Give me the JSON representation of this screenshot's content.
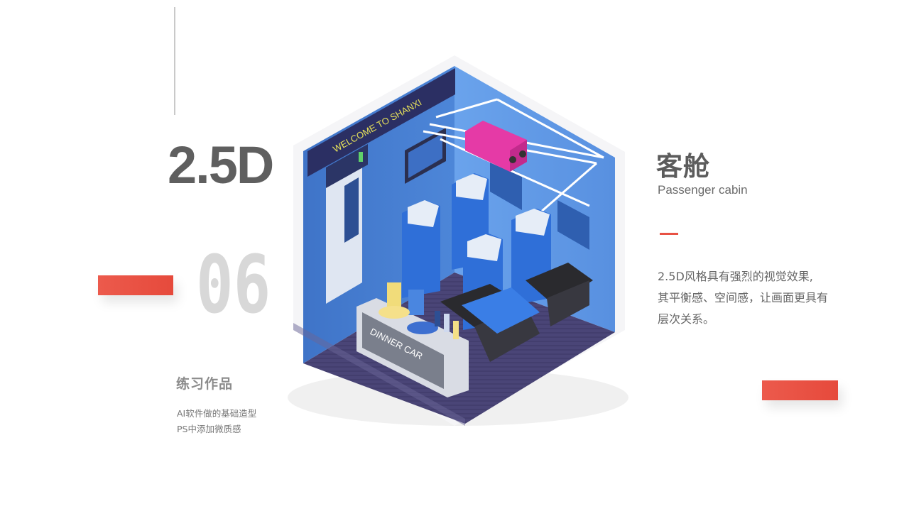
{
  "left": {
    "title": "2.5D",
    "number": "06",
    "subtitle": "练习作品",
    "notes": [
      "AI软件做的基础造型",
      "PS中添加微质感"
    ]
  },
  "right": {
    "title": "客舱",
    "subtitle": "Passenger cabin",
    "description": [
      "2.5D风格具有强烈的视觉效果,",
      "其平衡感、空间感，让画面更具有",
      "层次关系。"
    ]
  },
  "illustration": {
    "sign_text": "WELCOME TO SHANXI",
    "cart_text": "DINNER CAR"
  },
  "colors": {
    "accent_red": "#e64a3c",
    "wall_blue": "#4a7fd0",
    "seat_blue": "#2f6fd8",
    "floor_purple": "#4b467a",
    "suitcase_pink": "#e53aa6"
  }
}
